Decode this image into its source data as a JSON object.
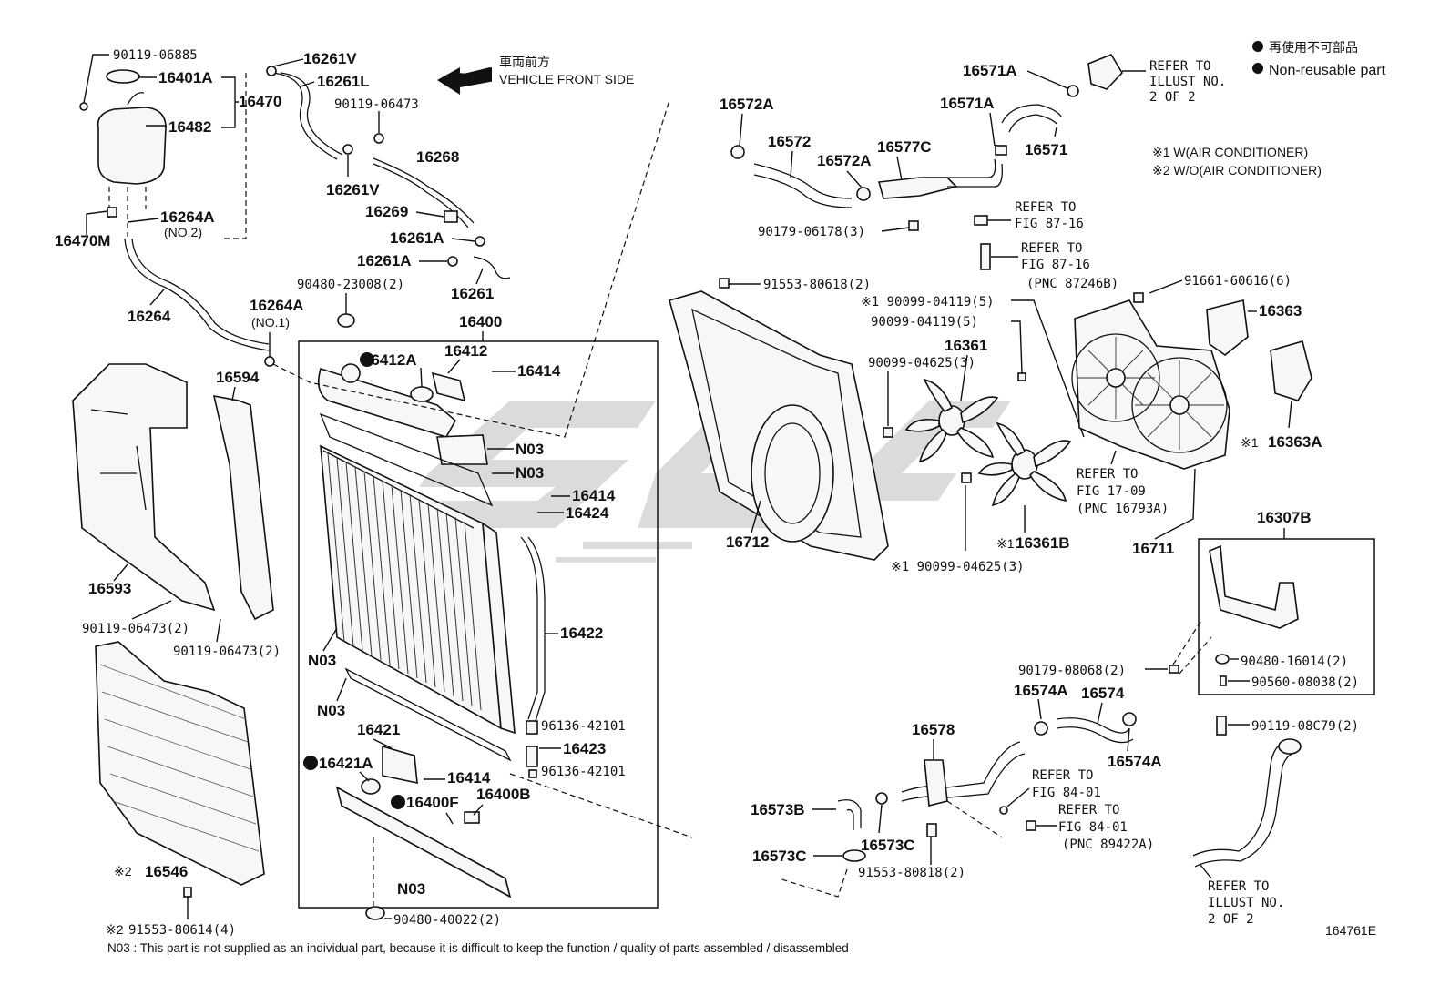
{
  "legend": {
    "jp_label": "再使用不可部品",
    "en_label": "Non-reusable part"
  },
  "notes": {
    "note1": "※1 W(AIR CONDITIONER)",
    "note2": "※2 W/O(AIR CONDITIONER)"
  },
  "direction": {
    "jp": "車両前方",
    "en": "VEHICLE FRONT SIDE"
  },
  "footer": {
    "note": "N03 : This part is not supplied as an individual part, because it is difficult to keep the function / quality of parts assembled / disassembled",
    "figure_id": "164761E"
  },
  "labels": {
    "p90119_06885": "90119-06885",
    "p16401A": "16401A",
    "p16470": "16470",
    "p16482": "16482",
    "p16470M": "16470M",
    "p16264A_2": "16264A",
    "no2": "(NO.2)",
    "p16261V_top": "16261V",
    "p16261L": "16261L",
    "p90119_06473_top": "90119-06473",
    "p16261V_mid": "16261V",
    "p16268": "16268",
    "p16269": "16269",
    "p16261A_1": "16261A",
    "p16261A_2": "16261A",
    "p16261": "16261",
    "p90480_23008": "90480-23008(2)",
    "p16400": "16400",
    "p16264": "16264",
    "p16264A_1": "16264A",
    "no1": "(NO.1)",
    "p16412A": "16412A",
    "p16412": "16412",
    "p16414_top": "16414",
    "p16594": "16594",
    "n03_a": "N03",
    "n03_b": "N03",
    "p16414_mid": "16414",
    "p16424": "16424",
    "p16593": "16593",
    "p16422": "16422",
    "p90119_06473_a": "90119-06473(2)",
    "p90119_06473_b": "90119-06473(2)",
    "n03_c": "N03",
    "n03_d": "N03",
    "p96136_42101_a": "96136-42101",
    "p16421": "16421",
    "p16423": "16423",
    "p16421A": "16421A",
    "p16414_bot": "16414",
    "p96136_42101_b": "96136-42101",
    "p16400F": "16400F",
    "p16400B": "16400B",
    "p16546": "16546",
    "note2_mark_a": "※2",
    "n03_e": "N03",
    "p90480_40022": "90480-40022(2)",
    "p91553_80614": "91553-80614(4)",
    "note2_mark_b": "※2",
    "p16572A_a": "16572A",
    "p16572": "16572",
    "p16572A_b": "16572A",
    "p16577C": "16577C",
    "p90179_06178": "90179-06178(3)",
    "p16571A_a": "16571A",
    "p16571A_b": "16571A",
    "p16571": "16571",
    "refer_illust_a1": "REFER TO",
    "refer_illust_a2": "ILLUST NO.",
    "refer_illust_a3": "2 OF 2",
    "refer_8716_a1": "REFER TO",
    "refer_8716_a2": "FIG 87-16",
    "refer_8716_b1": "REFER TO",
    "refer_8716_b2": "FIG 87-16",
    "refer_8716_b3": "(PNC 87246B)",
    "p91553_80618": "91553-80618(2)",
    "p91661_60616": "91661-60616(6)",
    "p16363": "16363",
    "p90099_04119_a": "※1 90099-04119(5)",
    "p90099_04119_b": "90099-04119(5)",
    "p16361": "16361",
    "p90099_04625_a": "90099-04625(3)",
    "p16363A": "16363A",
    "note1_mark_a": "※1",
    "refer_1709_1": "REFER TO",
    "refer_1709_2": "FIG 17-09",
    "refer_1709_3": "(PNC 16793A)",
    "p16712": "16712",
    "p16361B": "16361B",
    "note1_mark_b": "※1",
    "p90099_04625_b": "※1 90099-04625(3)",
    "p16711": "16711",
    "p16307B": "16307B",
    "p90179_08068": "90179-08068(2)",
    "p90480_16014": "90480-16014(2)",
    "p90560_08038": "90560-08038(2)",
    "p16574A_a": "16574A",
    "p16574": "16574",
    "p16578": "16578",
    "p90119_08C79": "90119-08C79(2)",
    "p16574A_b": "16574A",
    "refer_8401_a1": "REFER TO",
    "refer_8401_a2": "FIG 84-01",
    "refer_8401_b1": "REFER TO",
    "refer_8401_b2": "FIG 84-01",
    "refer_8401_b3": "(PNC 89422A)",
    "p16573B": "16573B",
    "p16573C_a": "16573C",
    "p16573C_b": "16573C",
    "p91553_80818": "91553-80818(2)",
    "refer_illust_b1": "REFER TO",
    "refer_illust_b2": "ILLUST NO.",
    "refer_illust_b3": "2 OF 2"
  }
}
